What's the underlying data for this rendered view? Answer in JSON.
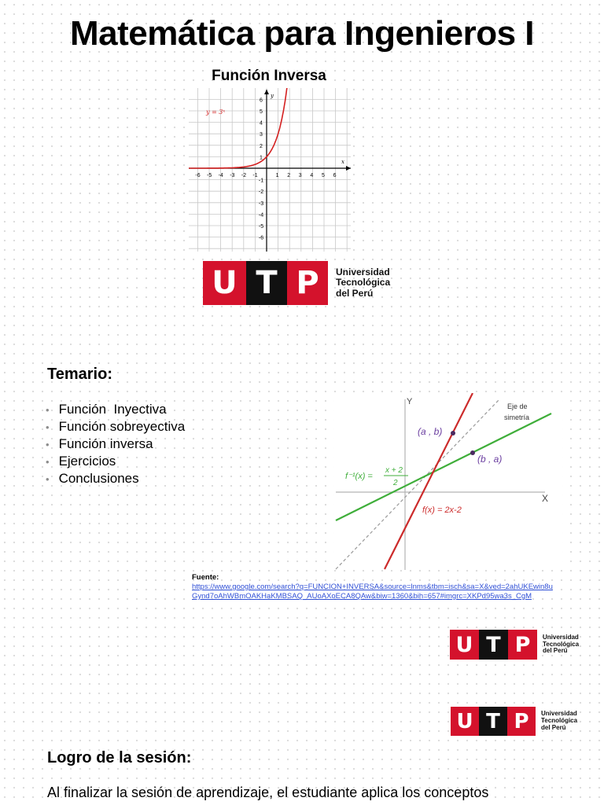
{
  "header": {
    "title": "Matemática para Ingenieros I"
  },
  "figure": {
    "title": "Función Inversa",
    "equation": "y = 3ˣ",
    "axis_x_label": "x",
    "axis_y_label": "y",
    "x_ticks": [
      "-6",
      "-5",
      "-4",
      "-3",
      "-2",
      "-1",
      "1",
      "2",
      "3",
      "4",
      "5",
      "6"
    ],
    "y_ticks": [
      "6",
      "5",
      "4",
      "3",
      "2",
      "1",
      "-1",
      "-2",
      "-3",
      "-4",
      "-5",
      "-6"
    ]
  },
  "logos": {
    "letters": [
      "U",
      "T",
      "P"
    ],
    "name_line1": "Universidad",
    "name_line2": "Tecnológica",
    "name_line3": "del Perú",
    "colors": {
      "red": "#d4122c",
      "black": "#111111"
    }
  },
  "temario": {
    "heading": "Temario:",
    "bullet": "•",
    "items": [
      "Función  Inyectiva",
      "Función sobreyectiva",
      "Función inversa",
      "Ejercicios",
      "Conclusiones"
    ]
  },
  "inverse_diagram": {
    "axis_y_label": "Y",
    "axis_x_label": "X",
    "symmetry_label_line1": "Eje de",
    "symmetry_label_line2": "simetría",
    "point_ab": "(a , b)",
    "point_ba": "(b , a)",
    "inverse_label": "f⁻¹(x) =",
    "inverse_num": "x + 2",
    "inverse_den": "2",
    "function_label": "f(x) = 2x-2",
    "colors": {
      "red": "#cc2b2b",
      "green": "#3fae3a",
      "dashed": "#9a9a9a",
      "label": "#6b3fa0"
    }
  },
  "source": {
    "label": "Fuente:",
    "url_line1": "https://www.google.com/search?q=FUNCION+INVERSA&source=lnms&tbm=isch&sa=X&ved=2ahUKEwin8u",
    "url_line2": "Gynd7oAhWBmOAKHaKMBSAQ_AUoAXoECA8QAw&biw=1360&bih=657#imgrc=XKPd95wa3s_CgM"
  },
  "logro": {
    "heading": "Logro de la sesión:",
    "text": "Al finalizar la sesión de aprendizaje, el estudiante aplica los conceptos"
  }
}
